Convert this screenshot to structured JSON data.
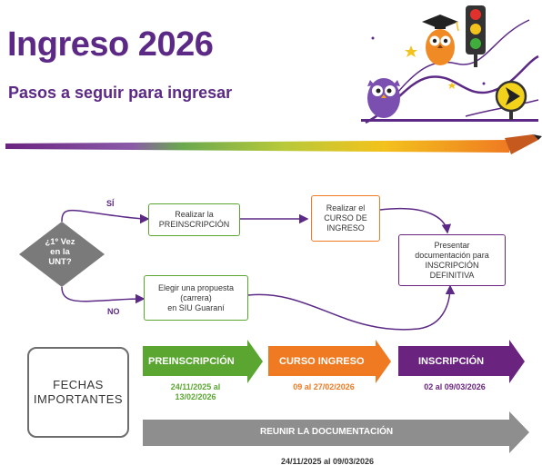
{
  "header": {
    "title": "Ingreso 2026",
    "subtitle": "Pasos a seguir para ingresar"
  },
  "flow": {
    "decision": [
      "¿1º Vez",
      "en la",
      "UNT?"
    ],
    "yes_label": "SÍ",
    "no_label": "NO",
    "preinscripcion_box": [
      "Realizar la",
      "PREINSCRIPCIÓN"
    ],
    "curso_box": [
      "Realizar el",
      "CURSO DE",
      "INGRESO"
    ],
    "elegir_box": [
      "Elegir una propuesta",
      "(carrera)",
      "en SIU Guaraní"
    ],
    "presentar_box": [
      "Presentar",
      "documentación para",
      "INSCRIPCIÓN",
      "DEFINITIVA"
    ]
  },
  "dates": {
    "panel_label": [
      "FECHAS",
      "IMPORTANTES"
    ],
    "stages": [
      {
        "label": "PREINSCRIPCIÓN",
        "date": [
          "24/11/2025 al",
          "13/02/2026"
        ],
        "color": "#5aa630"
      },
      {
        "label": "CURSO INGRESO",
        "date": [
          "09 al 27/02/2026"
        ],
        "color": "#ef7a22"
      },
      {
        "label": "INSCRIPCIÓN",
        "date": [
          "02 al 09/03/2026"
        ],
        "color": "#6a2480"
      }
    ],
    "documentation": {
      "label": "REUNIR LA DOCUMENTACIÓN",
      "date": "24/11/2025 al 09/03/2026",
      "color": "#8e8e8e"
    }
  },
  "colors": {
    "purple": "#5c2a86",
    "green": "#5aa630",
    "orange": "#ef7a22",
    "gray": "#8e8e8e"
  },
  "icons": [
    "owl-graduate-icon",
    "owl-icon",
    "traffic-light-icon",
    "road-sign-icon",
    "pencil-icon"
  ]
}
